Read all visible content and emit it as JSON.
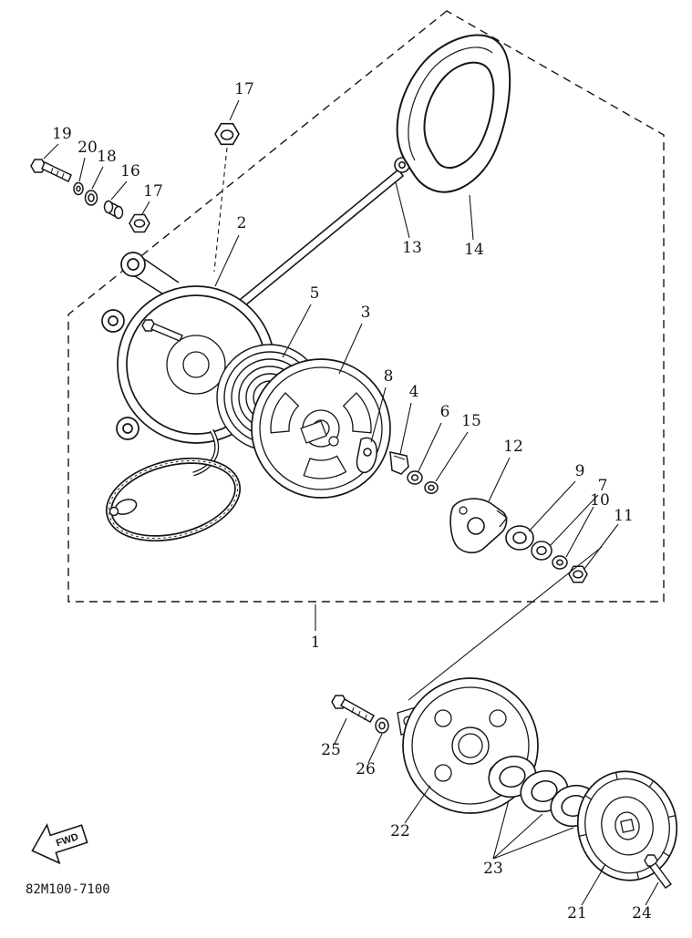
{
  "figure": {
    "part_code": "82M100-7100",
    "fwd_label": "FWD"
  },
  "callouts": [
    {
      "label": "17"
    },
    {
      "label": "19"
    },
    {
      "label": "20"
    },
    {
      "label": "18"
    },
    {
      "label": "16"
    },
    {
      "label": "17"
    },
    {
      "label": "2"
    },
    {
      "label": "13"
    },
    {
      "label": "14"
    },
    {
      "label": "5"
    },
    {
      "label": "3"
    },
    {
      "label": "8"
    },
    {
      "label": "4"
    },
    {
      "label": "6"
    },
    {
      "label": "15"
    },
    {
      "label": "12"
    },
    {
      "label": "9"
    },
    {
      "label": "7"
    },
    {
      "label": "10"
    },
    {
      "label": "11"
    },
    {
      "label": "1"
    },
    {
      "label": "25"
    },
    {
      "label": "26"
    },
    {
      "label": "22"
    },
    {
      "label": "23"
    },
    {
      "label": "21"
    },
    {
      "label": "24"
    }
  ]
}
